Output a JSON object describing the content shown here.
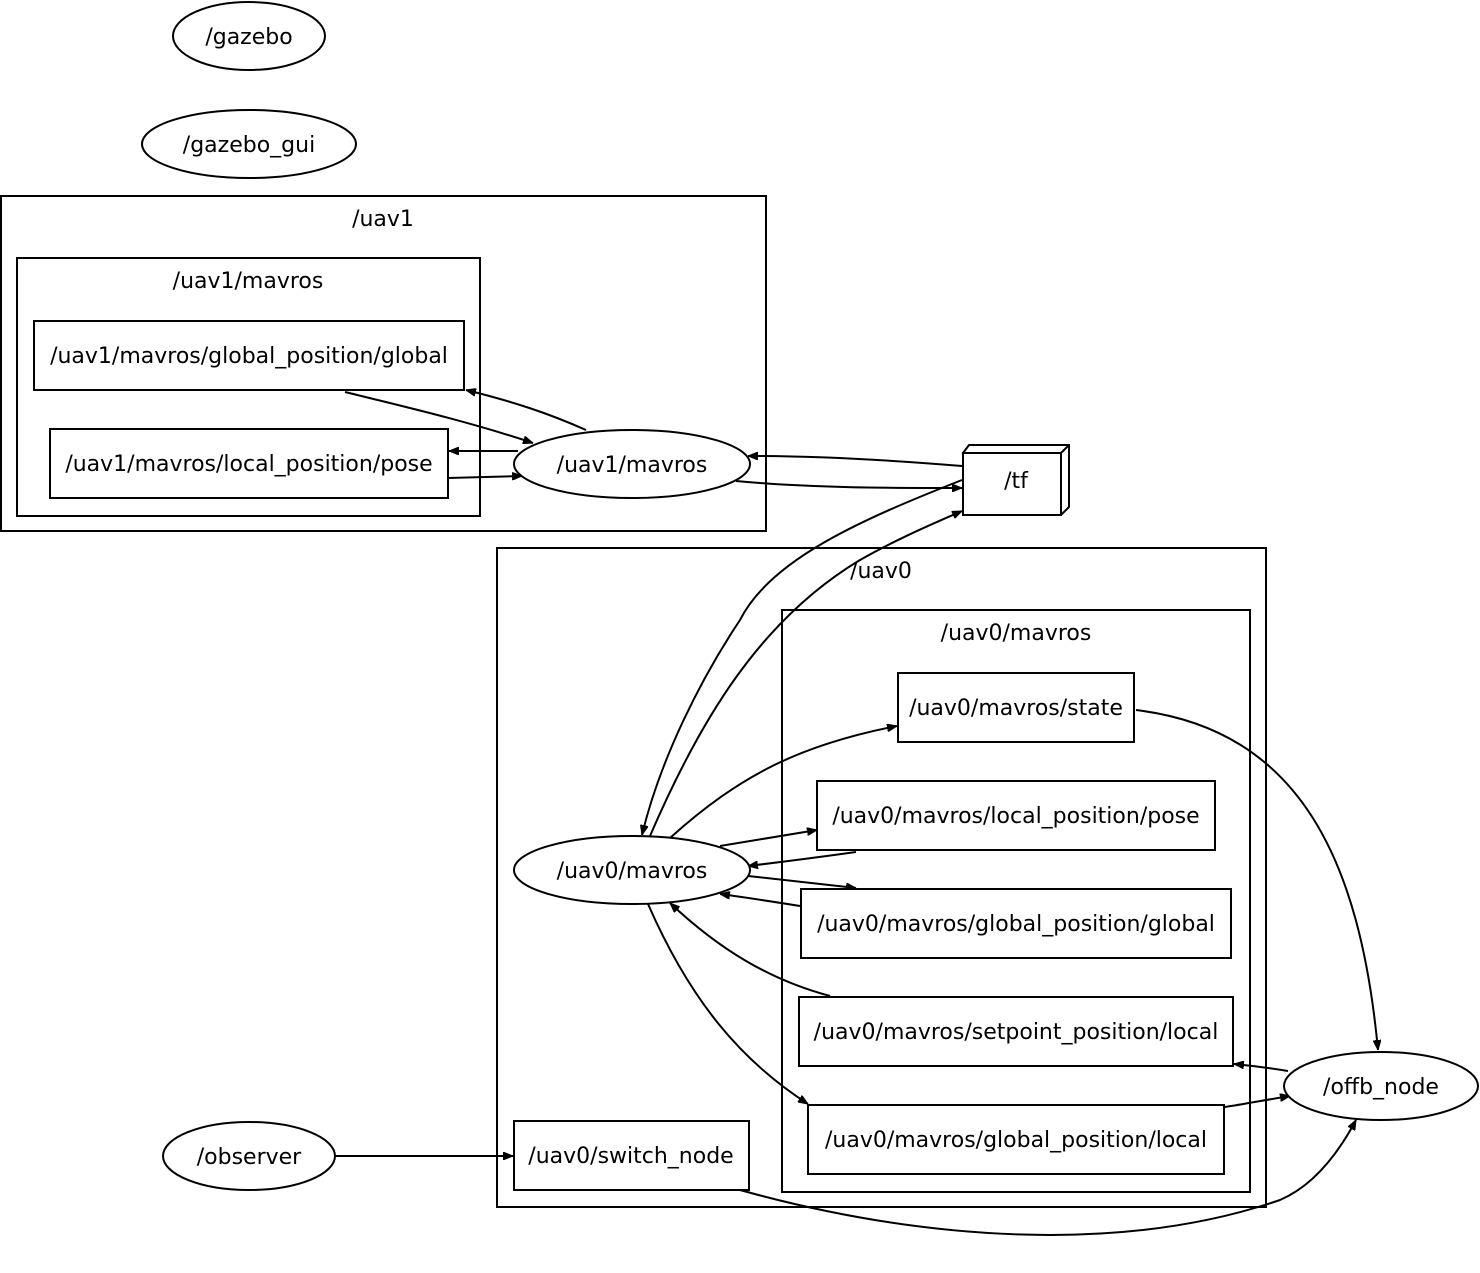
{
  "diagram": {
    "clusters": {
      "uav1": "/uav1",
      "uav1_mavros": "/uav1/mavros",
      "uav0": "/uav0",
      "uav0_mavros": "/uav0/mavros"
    },
    "nodes": {
      "gazebo": "/gazebo",
      "gazebo_gui": "/gazebo_gui",
      "uav1_mavros": "/uav1/mavros",
      "uav0_mavros": "/uav0/mavros",
      "observer": "/observer",
      "offb_node": "/offb_node"
    },
    "topics": {
      "uav1_global_position_global": "/uav1/mavros/global_position/global",
      "uav1_local_position_pose": "/uav1/mavros/local_position/pose",
      "tf": "/tf",
      "uav0_state": "/uav0/mavros/state",
      "uav0_local_position_pose": "/uav0/mavros/local_position/pose",
      "uav0_global_position_global": "/uav0/mavros/global_position/global",
      "uav0_setpoint_position_local": "/uav0/mavros/setpoint_position/local",
      "uav0_global_position_local": "/uav0/mavros/global_position/local",
      "uav0_switch_node": "/uav0/switch_node"
    },
    "edges": [
      {
        "from": "/uav1/mavros/global_position/global",
        "to": "/uav1/mavros"
      },
      {
        "from": "/uav1/mavros",
        "to": "/uav1/mavros/global_position/global"
      },
      {
        "from": "/uav1/mavros",
        "to": "/uav1/mavros/local_position/pose"
      },
      {
        "from": "/uav1/mavros/local_position/pose",
        "to": "/uav1/mavros"
      },
      {
        "from": "/tf",
        "to": "/uav1/mavros"
      },
      {
        "from": "/uav1/mavros",
        "to": "/tf"
      },
      {
        "from": "/tf",
        "to": "/uav0/mavros"
      },
      {
        "from": "/uav0/mavros",
        "to": "/tf"
      },
      {
        "from": "/uav0/mavros",
        "to": "/uav0/mavros/state"
      },
      {
        "from": "/uav0/mavros",
        "to": "/uav0/mavros/local_position/pose"
      },
      {
        "from": "/uav0/mavros/local_position/pose",
        "to": "/uav0/mavros"
      },
      {
        "from": "/uav0/mavros",
        "to": "/uav0/mavros/global_position/global"
      },
      {
        "from": "/uav0/mavros/global_position/global",
        "to": "/uav0/mavros"
      },
      {
        "from": "/uav0/mavros/setpoint_position/local",
        "to": "/uav0/mavros"
      },
      {
        "from": "/uav0/mavros",
        "to": "/uav0/mavros/global_position/local"
      },
      {
        "from": "/uav0/mavros/state",
        "to": "/offb_node"
      },
      {
        "from": "/offb_node",
        "to": "/uav0/mavros/setpoint_position/local"
      },
      {
        "from": "/uav0/mavros/global_position/local",
        "to": "/offb_node"
      },
      {
        "from": "/observer",
        "to": "/uav0/switch_node"
      },
      {
        "from": "/uav0/switch_node",
        "to": "/offb_node"
      }
    ]
  }
}
